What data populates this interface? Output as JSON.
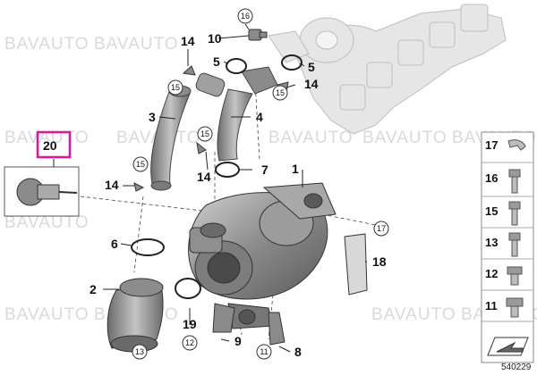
{
  "watermark": "BAVAUTO",
  "reference_number": "540229",
  "main_labels": {
    "l1": "1",
    "l2": "2",
    "l3": "3",
    "l4": "4",
    "l5a": "5",
    "l5b": "5",
    "l6": "6",
    "l7": "7",
    "l8": "8",
    "l9": "9",
    "l10": "10",
    "l14a": "14",
    "l14b": "14",
    "l14c": "14",
    "l14d": "14",
    "l18": "18",
    "l19": "19",
    "l20": "20"
  },
  "circle_labels": {
    "c11": "11",
    "c12": "12",
    "c13": "13",
    "c15a": "15",
    "c15b": "15",
    "c15c": "15",
    "c15d": "15",
    "c16": "16",
    "c17": "17"
  },
  "side_panel": {
    "items": [
      {
        "label": "17"
      },
      {
        "label": "16"
      },
      {
        "label": "15"
      },
      {
        "label": "13"
      },
      {
        "label": "12"
      },
      {
        "label": "11"
      }
    ]
  },
  "colors": {
    "highlight": "#e0139a",
    "part_fill": "#9a9a9a",
    "manifold_fill": "#e6e6e6"
  }
}
